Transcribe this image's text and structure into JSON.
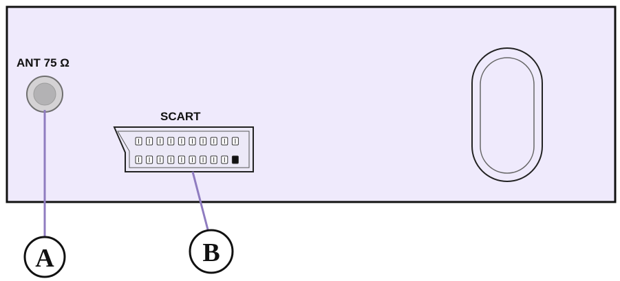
{
  "labels": {
    "antenna": "ANT 75 Ω",
    "scart": "SCART"
  },
  "callouts": {
    "a": "A",
    "b": "B"
  },
  "colors": {
    "panel_fill": "#efeafc",
    "panel_border": "#111111",
    "leader_line": "#8f7cc0",
    "pin_color": "#333333"
  },
  "scart_pins": {
    "top_row": 10,
    "bottom_row": 10
  }
}
